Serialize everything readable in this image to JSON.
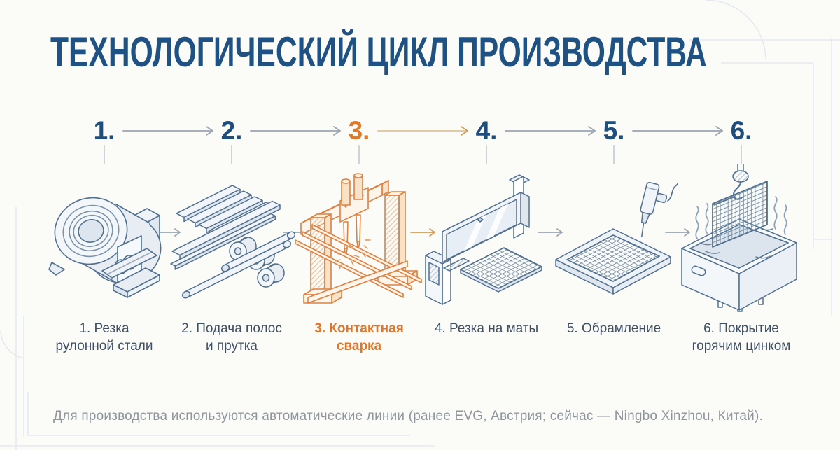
{
  "title": "ТЕХНОЛОГИЧЕСКИЙ ЦИКЛ ПРОИЗВОДСТВА",
  "steps": [
    {
      "number": "1.",
      "label_line1": "1. Резка",
      "label_line2": "рулонной стали",
      "illustration": "steel-coil-decoiler",
      "highlighted": false
    },
    {
      "number": "2.",
      "label_line1": "2. Подача полос",
      "label_line2": "и прутка",
      "illustration": "strips-and-rod-feed",
      "highlighted": false
    },
    {
      "number": "3.",
      "label_line1": "3. Контактная",
      "label_line2": "сварка",
      "illustration": "contact-welding-machine",
      "highlighted": true
    },
    {
      "number": "4.",
      "label_line1": "4. Резка на маты",
      "label_line2": "",
      "illustration": "mesh-cutting-machine",
      "highlighted": false
    },
    {
      "number": "5.",
      "label_line1": "5. Обрамление",
      "label_line2": "",
      "illustration": "frame-mounting-drill",
      "highlighted": false
    },
    {
      "number": "6.",
      "label_line1": "6. Покрытие",
      "label_line2": "горячим цинком",
      "illustration": "hot-zinc-dip-bath",
      "highlighted": false
    }
  ],
  "footer": {
    "note": "Для производства используются автоматические линии (ранее EVG, Австрия; сейчас — Ningbo Xinzhou, Китай)."
  },
  "colors": {
    "title_blue": "#1f5183",
    "number_blue": "#1d4e7e",
    "accent_orange": "#dd7b2b",
    "line_art_blue": "#51708f",
    "line_art_orange": "#dc8142",
    "arrow_gray": "#9aa6b1",
    "arrow_tan": "#d29a55",
    "label_text": "#3f4f63",
    "footer_gray": "#8f959d",
    "background": "#fbfbf8"
  }
}
